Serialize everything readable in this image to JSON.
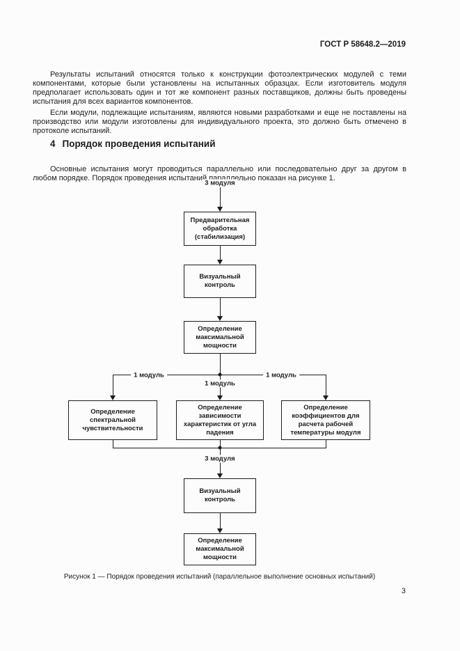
{
  "document": {
    "header": "ГОСТ Р 58648.2—2019",
    "page_number": "3"
  },
  "content": {
    "paragraph_1": "Результаты испытаний относятся только к конструкции фотоэлектрических модулей с теми компонентами, которые были установлены на испытанных образцах. Если изготовитель модуля предполагает использовать один и тот же компонент разных поставщиков, должны быть проведены испытания для всех вариантов компонентов.",
    "paragraph_2": "Если модули, подлежащие испытаниям, являются новыми разработками и еще не поставлены на производство или модули изготовлены для индивидуального проекта, это должно быть отмечено в протоколе испытаний.",
    "section": {
      "number": "4",
      "title": "Порядок проведения испытаний"
    },
    "paragraph_3": "Основные испытания могут проводиться параллельно или последовательно друг за другом в любом порядке. Порядок проведения испытаний параллельно показан на рисунке 1."
  },
  "figure": {
    "top_label": "3 модуля",
    "boxes": {
      "pretreatment": "Предварительная\nобработка\n(стабилизация)",
      "visual_inspection_1": "Визуальный\nконтроль",
      "max_power_1": "Определение\nмаксимальной\nмощности",
      "spectral_response": "Определение\nспектральной\nчувствительности",
      "angle_dependence": "Определение\nзависимости\nхарактеристик от угла\nпадения",
      "temperature_coefficients": "Определение\nкоэффициентов для\nрасчета рабочей\nтемпературы модуля",
      "visual_inspection_2": "Визуальный\nконтроль",
      "max_power_2": "Определение\nмаксимальной\nмощности"
    },
    "branch_labels": {
      "left": "1 модуль",
      "center": "1 модуль",
      "right": "1 модуль"
    },
    "merge_label": "3 модуля",
    "caption": "Рисунок 1 — Порядок проведения испытаний (параллельное выполнение основных испытаний)"
  },
  "colors": {
    "text": "#1c1c1c",
    "line": "#1c1c1c",
    "background": "#fcfcfc"
  }
}
